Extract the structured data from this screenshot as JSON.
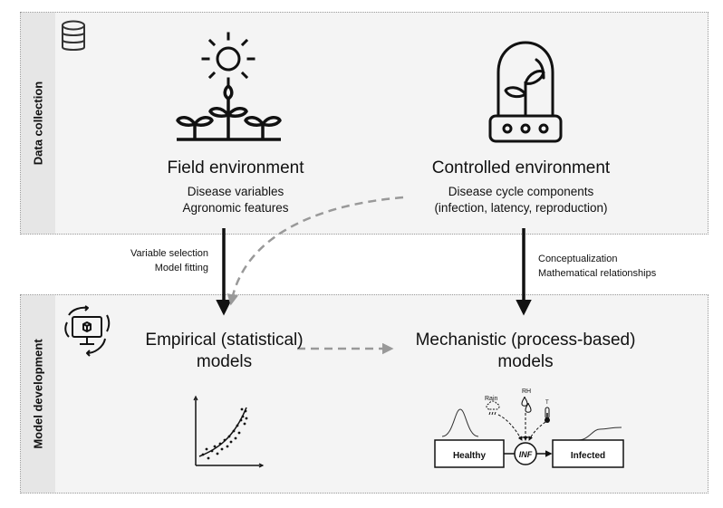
{
  "sections": {
    "data_collection": "Data collection",
    "model_development": "Model development"
  },
  "field": {
    "title": "Field environment",
    "line1": "Disease variables",
    "line2": "Agronomic features"
  },
  "controlled": {
    "title": "Controlled environment",
    "line1": "Disease cycle components",
    "line2": "(infection, latency, reproduction)"
  },
  "left_arrow": {
    "line1": "Variable selection",
    "line2": "Model fitting"
  },
  "right_arrow": {
    "line1": "Conceptualization",
    "line2": "Mathematical relationships"
  },
  "empirical": {
    "line1": "Empirical (statistical)",
    "line2": "models"
  },
  "mechanistic": {
    "line1": "Mechanistic (process-based)",
    "line2": "models"
  },
  "mech_diagram": {
    "healthy": "Healthy",
    "infected": "Infected",
    "inf": "INF",
    "rain": "Rain",
    "rh": "RH",
    "temp": "T"
  },
  "icons": {
    "database": "database-icon",
    "sun": "sun-icon",
    "plants": "plants-icon",
    "bell_jar": "bell-jar-plant-icon",
    "model_monitor": "model-monitor-icon"
  }
}
